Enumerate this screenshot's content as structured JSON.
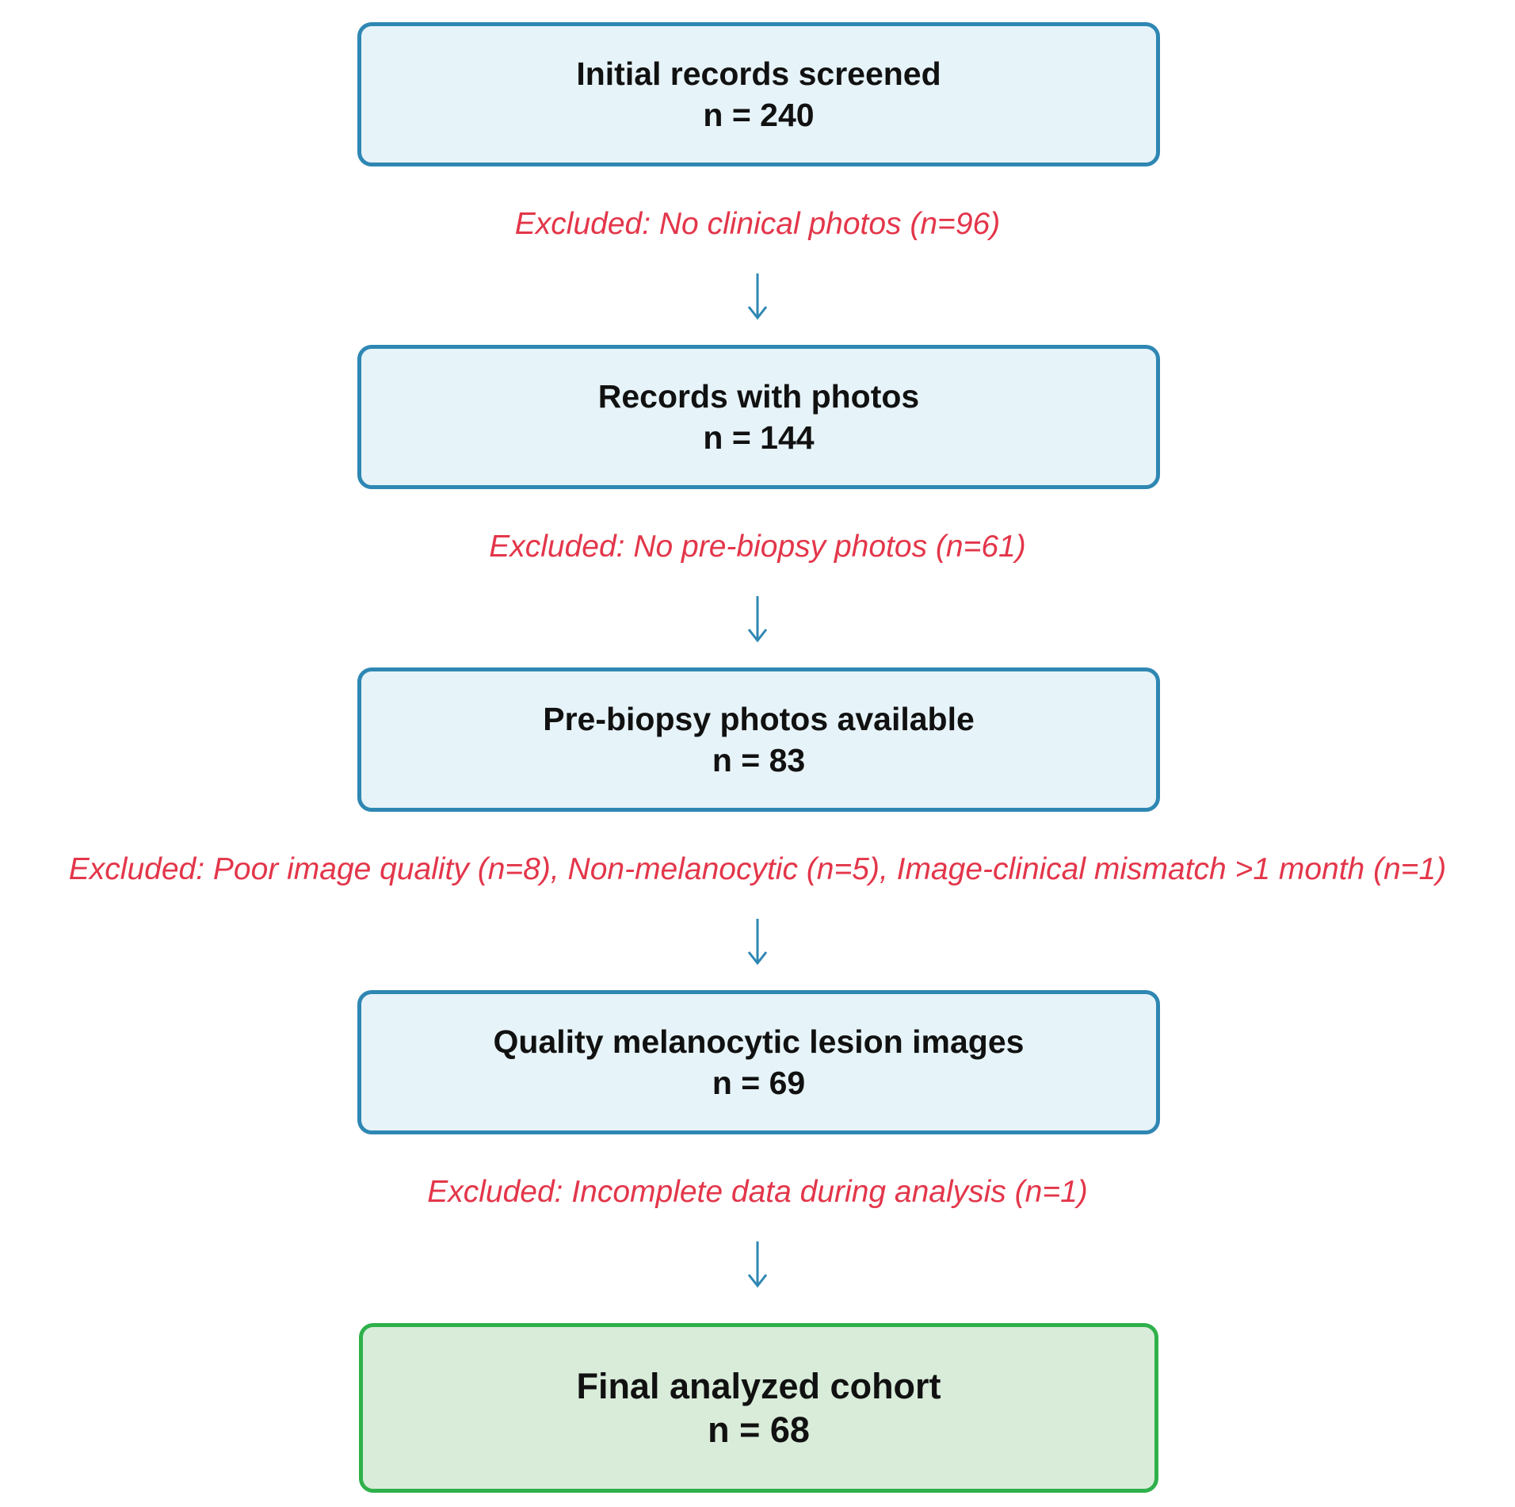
{
  "colors": {
    "box_border": "#2f87b3",
    "box_fill": "#e6f3f8",
    "final_border": "#2fb04a",
    "final_fill": "#d8ecd9",
    "exclusion_text": "#e3364a",
    "arrow": "#2f87b3"
  },
  "steps": [
    {
      "label": "Initial records screened",
      "count": "n = 240"
    },
    {
      "label": "Records with photos",
      "count": "n = 144"
    },
    {
      "label": "Pre-biopsy photos available",
      "count": "n = 83"
    },
    {
      "label": "Quality melanocytic lesion images",
      "count": "n = 69"
    },
    {
      "label": "Final analyzed cohort",
      "count": "n = 68"
    }
  ],
  "exclusions": [
    "Excluded: No clinical photos (n=96)",
    "Excluded: No pre-biopsy photos (n=61)",
    "Excluded: Poor image quality (n=8), Non-melanocytic (n=5), Image-clinical mismatch >1 month (n=1)",
    "Excluded: Incomplete data during analysis (n=1)"
  ]
}
